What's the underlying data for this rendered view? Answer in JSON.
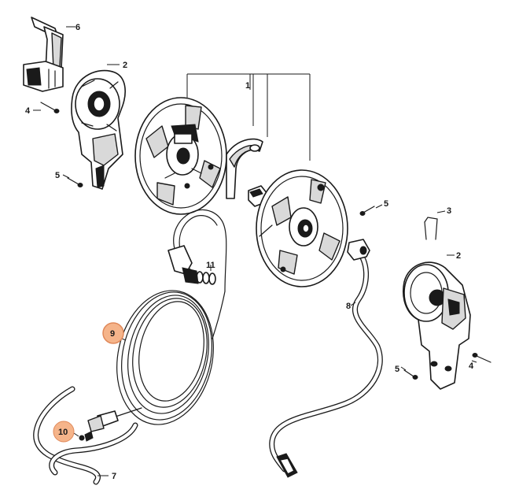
{
  "diagram": {
    "highlight_color": "#f5b48a",
    "labels": {
      "p1": "1",
      "p2_left": "2",
      "p2_right": "2",
      "p3": "3",
      "p4_left": "4",
      "p4_right": "4",
      "p5_left": "5",
      "p5_mid": "5",
      "p5_right": "5",
      "p6": "6",
      "p7": "7",
      "p8": "8",
      "p9": "9",
      "p10": "10",
      "p11": "11"
    },
    "highlighted": [
      "9",
      "10"
    ]
  }
}
